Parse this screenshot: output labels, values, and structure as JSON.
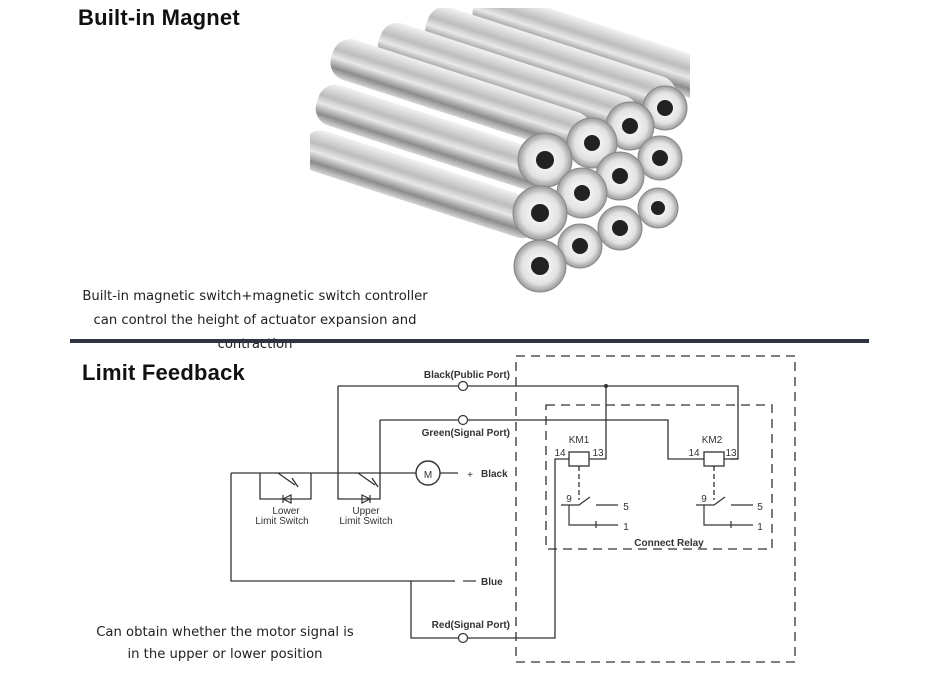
{
  "section_magnet": {
    "title": "Built-in Magnet",
    "image_alt": "stack of ring magnets",
    "caption_line1": "Built-in magnetic switch+magnetic switch controller",
    "caption_line2": "can control the height of actuator expansion and contraction"
  },
  "section_limit": {
    "title": "Limit Feedback",
    "caption_line1": "Can obtain whether the motor signal is",
    "caption_line2": "in the upper or lower position",
    "diagram": {
      "ports": {
        "black_public": "Black(Public Port)",
        "green_signal": "Green(Signal Port)",
        "red_signal": "Red(Signal Port)",
        "black": "Black",
        "blue": "Blue",
        "plus": "+"
      },
      "motor": "M",
      "lower_switch": [
        "Lower",
        "Limit Switch"
      ],
      "upper_switch": [
        "Upper",
        "Limit Switch"
      ],
      "relays": [
        {
          "name": "KM1",
          "pin_left": "14",
          "pin_right": "13",
          "contact_common": "9",
          "contact_no": "5",
          "contact_nc": "1"
        },
        {
          "name": "KM2",
          "pin_left": "14",
          "pin_right": "13",
          "contact_common": "9",
          "contact_no": "5",
          "contact_nc": "1"
        }
      ],
      "relay_box_label": "Connect Relay"
    }
  },
  "colors": {
    "separator": "#2e3440",
    "line": "#333333"
  }
}
